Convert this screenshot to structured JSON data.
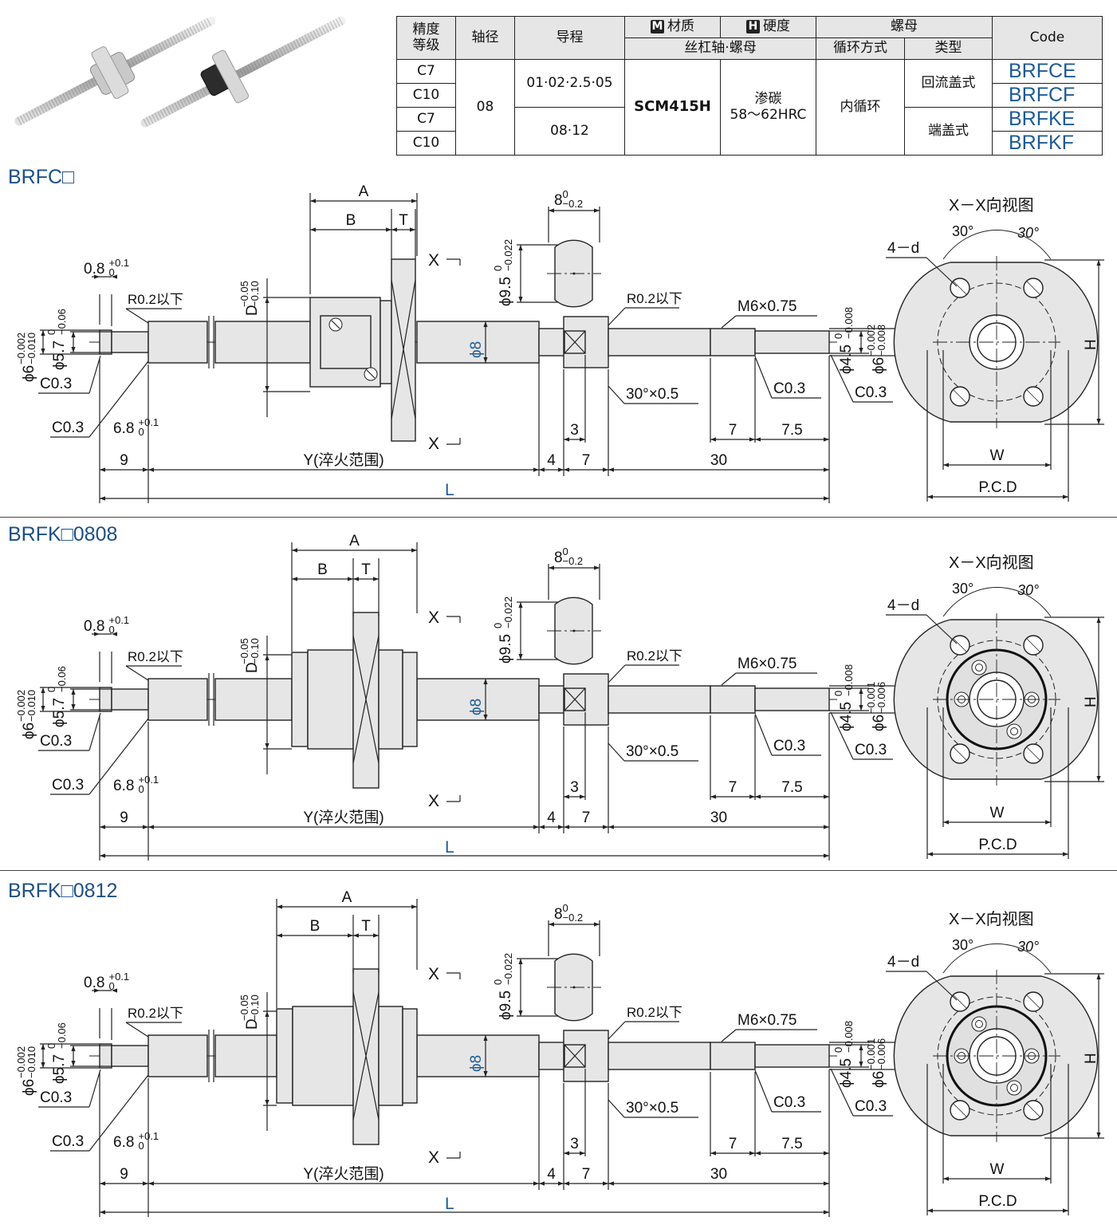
{
  "table": {
    "h_precision": "精度\n等级",
    "h_shaft": "轴径",
    "h_lead": "导程",
    "h_material": "材质",
    "h_material_badge": "M",
    "h_hardness": "硬度",
    "h_hardness_badge": "H",
    "h_nut": "螺母",
    "h_code": "Code",
    "h_sub_material": "丝杠轴·螺母",
    "h_circulation": "循环方式",
    "h_type": "类型",
    "precisions": [
      "C7",
      "C10",
      "C7",
      "C10"
    ],
    "shaft": "08",
    "lead1": "01·02·2.5·05",
    "lead2": "08·12",
    "material": "SCM415H",
    "hardness_1": "渗碳",
    "hardness_2": "58～62HRC",
    "circulation": "内循环",
    "type1": "回流盖式",
    "type2": "端盖式",
    "codes": [
      "BRFCE",
      "BRFCF",
      "BRFKE",
      "BRFKF"
    ]
  },
  "panels": [
    {
      "title": "BRFC□"
    },
    {
      "title": "BRFK□0808"
    },
    {
      "title": "BRFK□0812"
    }
  ],
  "dims": {
    "A": "A",
    "B": "B",
    "T": "T",
    "X": "X",
    "D_main": "D",
    "D_tol_u": "−0.05",
    "D_tol_l": "−0.10",
    "d08_main": "0.8",
    "d08_tol_u": "+0.1",
    "d08_tol_l": "0",
    "phi6_main": "ϕ6",
    "phi6_tol_u": "−0.002",
    "phi6_tol_l": "−0.010",
    "phi57_main": "ϕ5.7",
    "phi57_tol_u": "0",
    "phi57_tol_l": "−0.06",
    "r02": "R0.2以下",
    "c03": "C0.3",
    "d68_main": "6.8",
    "d68_tol_u": "+0.1",
    "d68_tol_l": "0",
    "d9": "9",
    "y": "Y(淬火范围)",
    "d4": "4",
    "d7": "7",
    "d30": "30",
    "d3": "3",
    "d75": "7.5",
    "L": "L",
    "phi8": "ϕ8",
    "d8s_main": "8",
    "d8s_tol_u": "0",
    "d8s_tol_l": "−0.2",
    "phi95_main": "ϕ9.5",
    "phi95_tol_u": "0",
    "phi95_tol_l": "−0.022",
    "m6": "M6×0.75",
    "chamfer": "30°×0.5",
    "phi45_main": "ϕ4.5",
    "phi45_tol_u": "0",
    "phi45_tol_l": "−0.008",
    "phi6e_main": "ϕ6",
    "phi6e_tol_u_1": "−0.002",
    "phi6e_tol_l_1": "−0.008",
    "phi6e_tol_u_2": "−0.001",
    "phi6e_tol_l_2": "−0.006",
    "view": "X－X向视图",
    "deg30": "30°",
    "hole": "4－d",
    "H": "H",
    "W": "W",
    "PCD": "P.C.D"
  },
  "colors": {
    "code_blue": "#1d5a96",
    "title_blue": "#1d4f86",
    "part_fill": "#e6e6e6",
    "line": "#222222"
  }
}
